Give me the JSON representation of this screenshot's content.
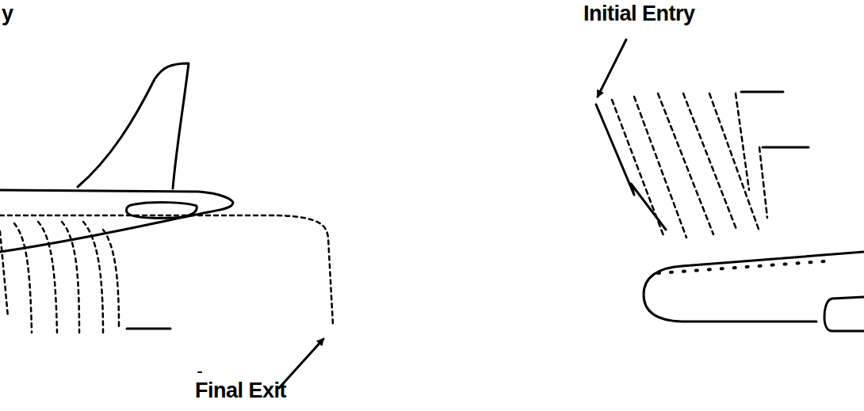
{
  "diagram": {
    "labels": [
      "y",
      "Initial Entry",
      "Final Exit"
    ]
  }
}
